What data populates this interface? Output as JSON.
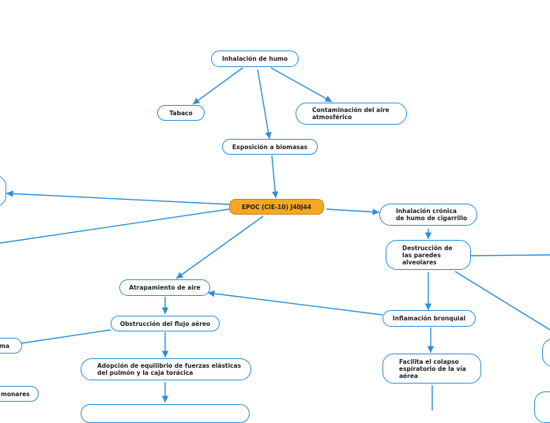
{
  "colors": {
    "line": "#2a8fd6",
    "root_fill": "#f5a623",
    "root_border": "#c8861a"
  },
  "nodes": {
    "inhalacion_humo": "Inhalación de humo",
    "tabaco": "Tabaco",
    "contaminacion": "Contaminación del aire\natmosférico",
    "biomasas": "Exposición a biomasas",
    "root": "EPOC (CIE-10) J40J44",
    "inhalacion_cronica": "Inhalación crónica\nde humo de cigarrillo",
    "destruccion": "Destrucción de\nlas paredes\nalveolares",
    "atrapamiento": "Atrapamiento de aire",
    "obstruccion": "Obstrucción del flujo aéreo",
    "inflamacion": "Inflamación bronquial",
    "adopcion": "Adopción de equilibrio de fuerzas elásticas\ndel pulmón y la caja torácica",
    "colapso": "Facilita el colapso\nespiratorio de la vía\naérea",
    "partial_ma": "ma",
    "partial_monares": "monares"
  }
}
